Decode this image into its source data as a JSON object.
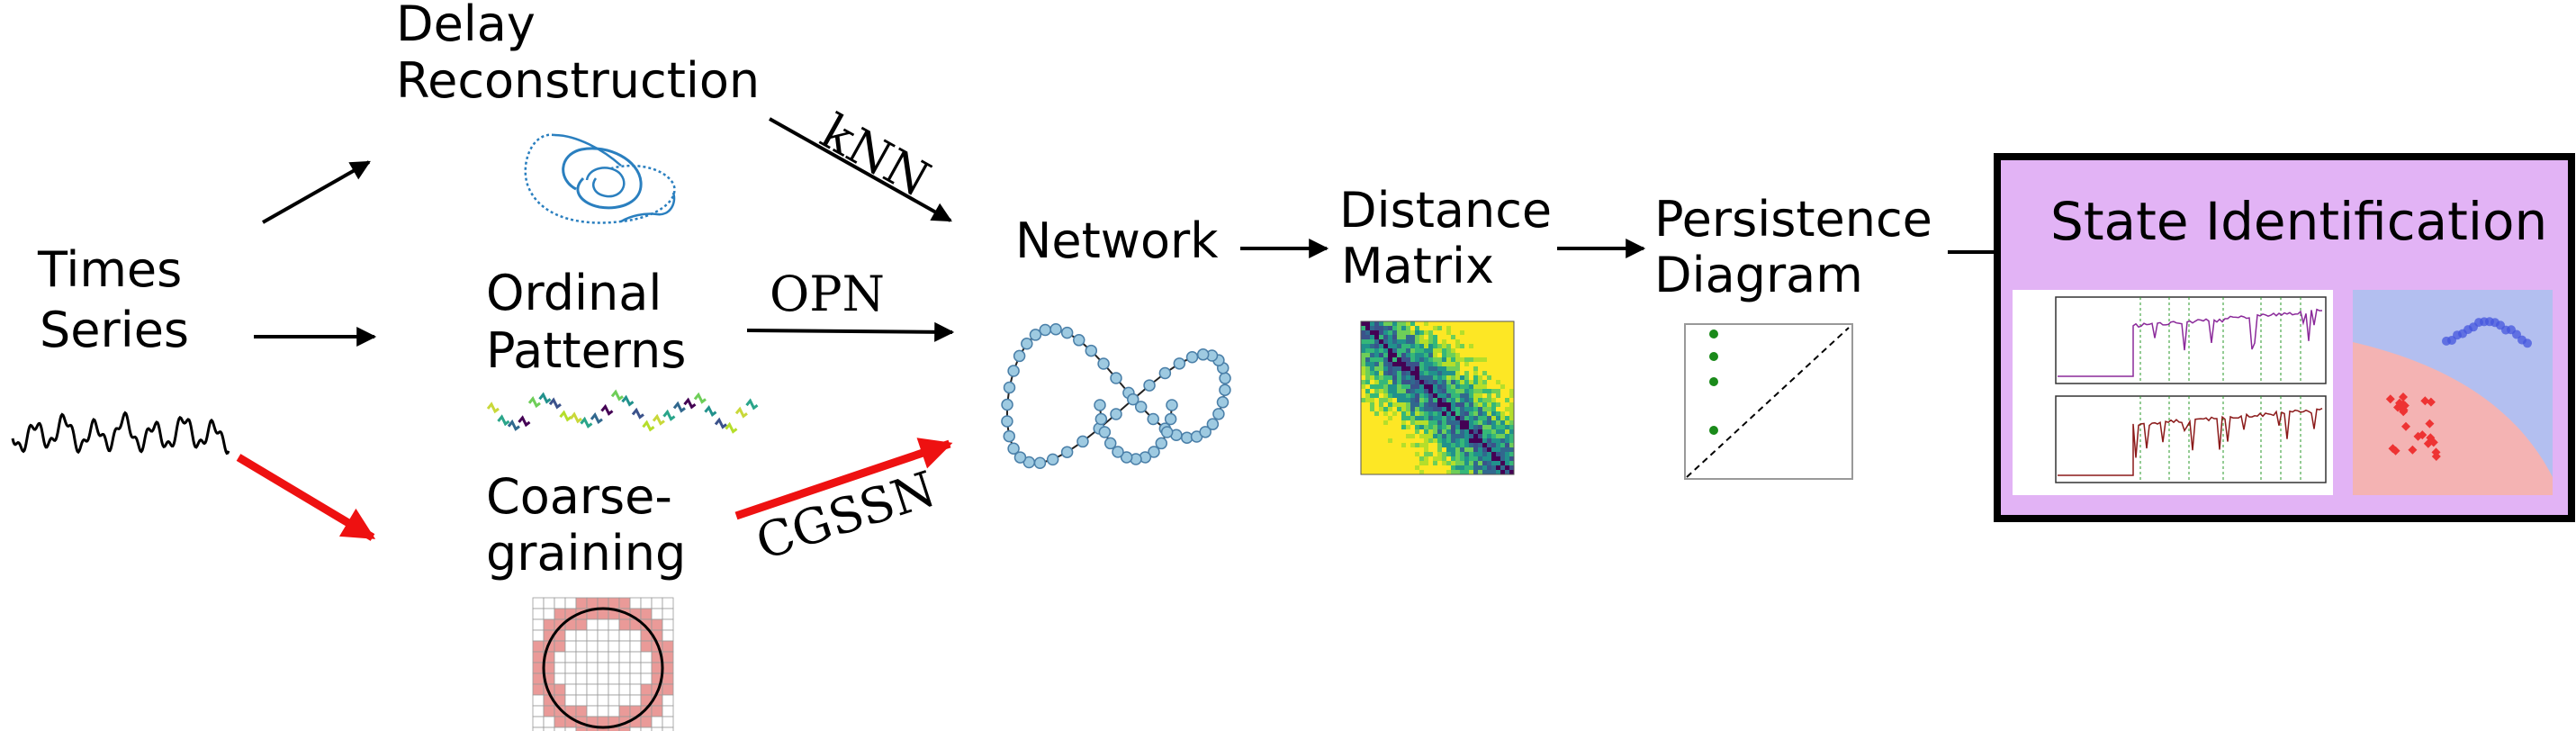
{
  "labels": {
    "times_series": [
      "Times",
      "Series"
    ],
    "delay": [
      "Delay",
      "Reconstruction"
    ],
    "ordinal": [
      "Ordinal",
      "Patterns"
    ],
    "coarse": [
      "Coarse-",
      "graining"
    ],
    "network": "Network",
    "distance": [
      "Distance",
      "Matrix"
    ],
    "persistence": [
      "Persistence",
      "Diagram"
    ],
    "state": "State Identification"
  },
  "edge_labels": {
    "knn": "kNN",
    "opn": "OPN",
    "cgssn": "CGSSN"
  },
  "colors": {
    "ink": "#000000",
    "highlight_arrow": "#ee1111",
    "attractor": "#2a7fbf",
    "network_node": "#9ecae1",
    "state_panel_bg": "#e2b3f5",
    "coarse_fill": "#ea9a98",
    "class_red": "#f4b3b3",
    "class_blue": "#b3bff0",
    "persistence_point": "#1a8a1a",
    "plot_purple": "#8b2a9a",
    "plot_darkred": "#8b1a1a"
  },
  "icons": {
    "time_series": "wave-signal-icon",
    "attractor": "attractor-icon",
    "ordinal_patterns": "ordinal-pattern-icon",
    "coarse_grid": "coarse-grid-icon",
    "network_graph": "network-graph-icon",
    "distance_heatmap": "heatmap-icon",
    "persistence_plot": "persistence-diagram-icon",
    "time_plots": "time-plot-icon",
    "classification": "scatter-classification-icon"
  }
}
